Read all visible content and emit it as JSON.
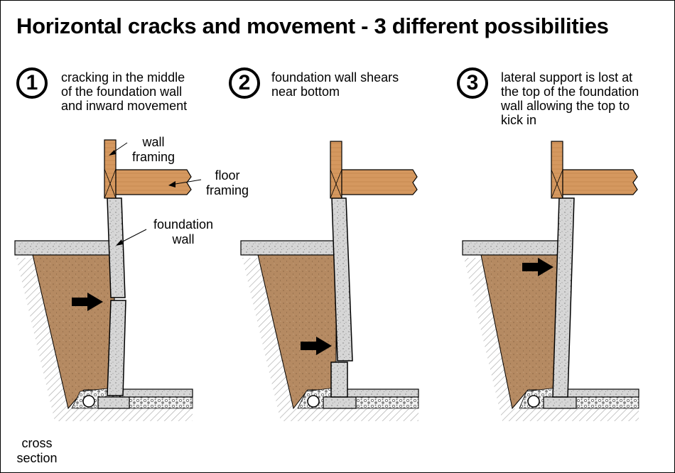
{
  "title": "Horizontal cracks and movement - 3 different possibilities",
  "panels": [
    {
      "number": "1",
      "caption_lines": [
        "cracking in the middle",
        "of the foundation wall",
        "and inward movement"
      ]
    },
    {
      "number": "2",
      "caption_lines": [
        "foundation wall shears",
        "near bottom"
      ]
    },
    {
      "number": "3",
      "caption_lines": [
        "lateral support is lost at",
        "the top of the foundation",
        "wall allowing the top to",
        "kick in"
      ]
    }
  ],
  "labels": {
    "wall_framing": [
      "wall",
      "framing"
    ],
    "floor_framing": [
      "floor",
      "framing"
    ],
    "foundation_wall": [
      "foundation",
      "wall"
    ],
    "cross_section": [
      "cross",
      "section"
    ]
  },
  "colors": {
    "soil": "#b58a62",
    "wood": "#d5985f",
    "concrete": "#d6d6d6",
    "arrow": "#000000"
  },
  "icons": [
    "movement-arrow-icon",
    "drain-pipe-icon"
  ]
}
